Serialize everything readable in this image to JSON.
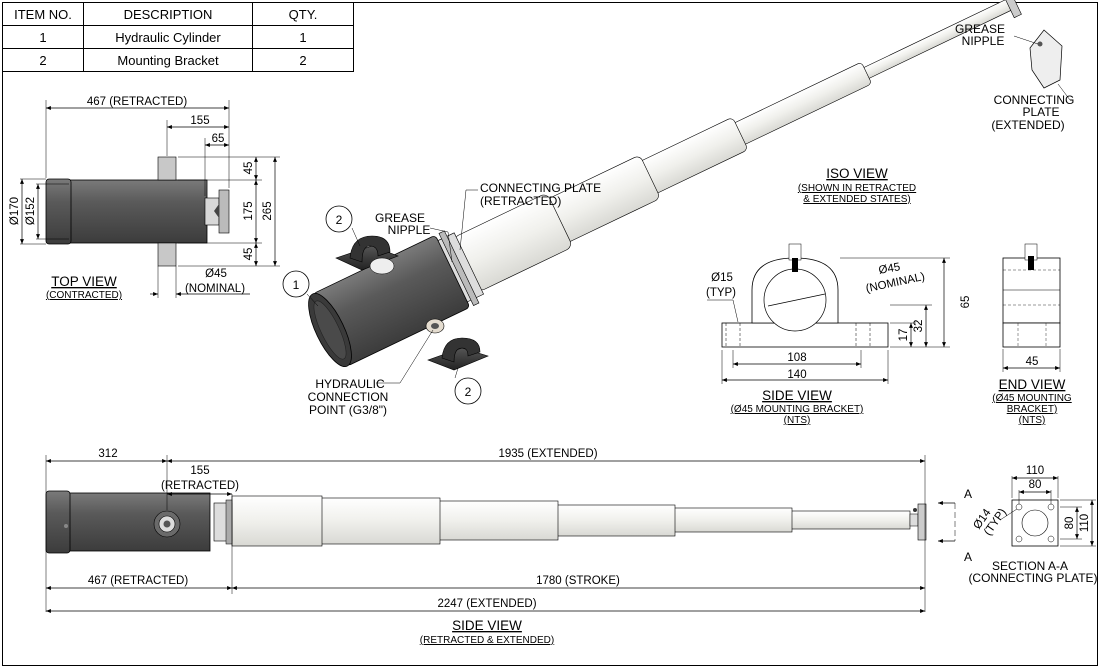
{
  "bom": {
    "headers": [
      "ITEM NO.",
      "DESCRIPTION",
      "QTY."
    ],
    "rows": [
      [
        "1",
        "Hydraulic Cylinder",
        "1"
      ],
      [
        "2",
        "Mounting Bracket",
        "2"
      ]
    ]
  },
  "top_view": {
    "dim_467": "467 (RETRACTED)",
    "dim_155": "155",
    "dim_65": "65",
    "dim_45a": "45",
    "dim_175": "175",
    "dim_265": "265",
    "dim_45b": "45",
    "dim_170": "Ø170",
    "dim_152": "Ø152",
    "dim_45dia": "Ø45",
    "nominal": "(NOMINAL)",
    "title": "TOP VIEW",
    "subtitle": "(CONTRACTED)"
  },
  "iso_view": {
    "title": "ISO VIEW",
    "subtitle1": "(SHOWN IN RETRACTED",
    "subtitle2": "& EXTENDED STATES)",
    "grease_top_1": "GREASE",
    "grease_top_2": "NIPPLE",
    "conn_ext_1": "CONNECTING",
    "conn_ext_2": "PLATE",
    "conn_ext_3": "(EXTENDED)",
    "conn_ret_1": "CONNECTING PLATE",
    "conn_ret_2": "(RETRACTED)",
    "grease_1": "GREASE",
    "grease_2": "NIPPLE",
    "hyd_1": "HYDRAULIC",
    "hyd_2": "CONNECTION",
    "hyd_3": "POINT (G3/8\")",
    "balloon_1": "1",
    "balloon_2a": "2",
    "balloon_2b": "2"
  },
  "bracket_side": {
    "dim_15": "Ø15",
    "typ": "(TYP)",
    "dim_45": "Ø45",
    "nominal": "(NOMINAL)",
    "dim_65": "65",
    "dim_32": "32",
    "dim_17": "17",
    "dim_108": "108",
    "dim_140": "140",
    "title": "SIDE VIEW",
    "subtitle1": "(Ø45 MOUNTING BRACKET)",
    "subtitle2": "(NTS)"
  },
  "bracket_end": {
    "dim_45": "45",
    "title": "END VIEW",
    "subtitle1": "(Ø45 MOUNTING",
    "subtitle2": "BRACKET)",
    "subtitle3": "(NTS)"
  },
  "side_view": {
    "dim_312": "312",
    "dim_1935": "1935 (EXTENDED)",
    "dim_155": "155",
    "retracted": "(RETRACTED)",
    "dim_467": "467 (RETRACTED)",
    "dim_1780": "1780 (STROKE)",
    "dim_2247": "2247 (EXTENDED)",
    "title": "SIDE VIEW",
    "subtitle": "(RETRACTED & EXTENDED)",
    "section_a1": "A",
    "section_a2": "A"
  },
  "section_aa": {
    "dim_110h": "110",
    "dim_80h": "80",
    "dim_80v": "80",
    "dim_110v": "110",
    "dim_14": "Ø14",
    "typ": "(TYP)",
    "title1": "SECTION A-A",
    "title2": "(CONNECTING PLATE)"
  },
  "colors": {
    "barrel": "#5c5c5c",
    "rod": "#f4f4f0",
    "outline": "#000000"
  }
}
